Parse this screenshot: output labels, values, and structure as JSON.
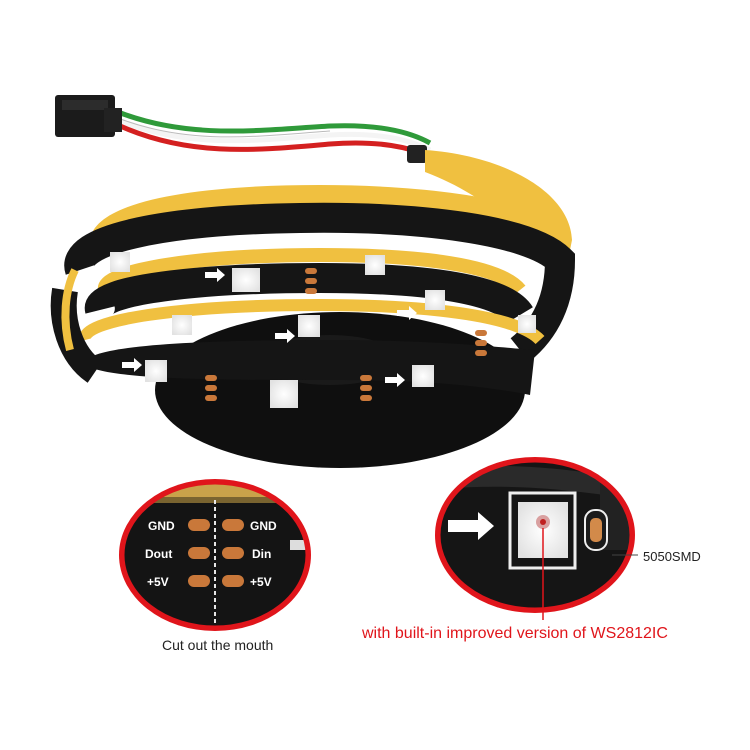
{
  "image": {
    "subject": "black addressable RGB LED strip reel with 3-pin connector",
    "colors": {
      "background": "#ffffff",
      "strip": "#151515",
      "tape_backing": "#f0c040",
      "pad": "#c9783a",
      "callout_ring": "#e0151b",
      "wire_red": "#d42020",
      "wire_green": "#2f9a3a",
      "wire_white": "#f4f4f4"
    }
  },
  "pads": {
    "gnd": "GND",
    "dout": "Dout",
    "din": "Din",
    "v5": "+5V"
  },
  "captions": {
    "cut_point": "Cut out the mouth",
    "ic": "with built-in improved version of WS2812IC",
    "led_type": "5050SMD"
  },
  "icons": [
    "connector-icon",
    "arrow-icon",
    "led-chip-icon"
  ]
}
